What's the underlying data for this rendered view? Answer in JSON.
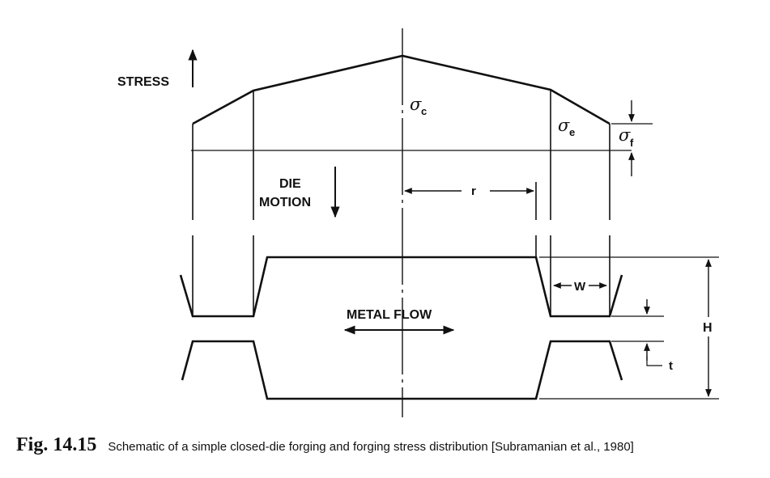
{
  "diagram": {
    "labels": {
      "stress": "STRESS",
      "die_motion_1": "DIE",
      "die_motion_2": "MOTION",
      "sigma_c_symbol": "σ",
      "sigma_c_sub": "c",
      "sigma_e_symbol": "σ",
      "sigma_e_sub": "e",
      "sigma_f_symbol": "σ",
      "sigma_f_sub": "f",
      "r": "r",
      "metal_flow": "METAL FLOW",
      "w": "W",
      "h": "H",
      "t": "t"
    }
  },
  "caption": {
    "fig_number": "Fig. 14.15",
    "text": "Schematic of a simple closed-die forging and forging stress distribution [Subramanian et al., 1980]"
  }
}
